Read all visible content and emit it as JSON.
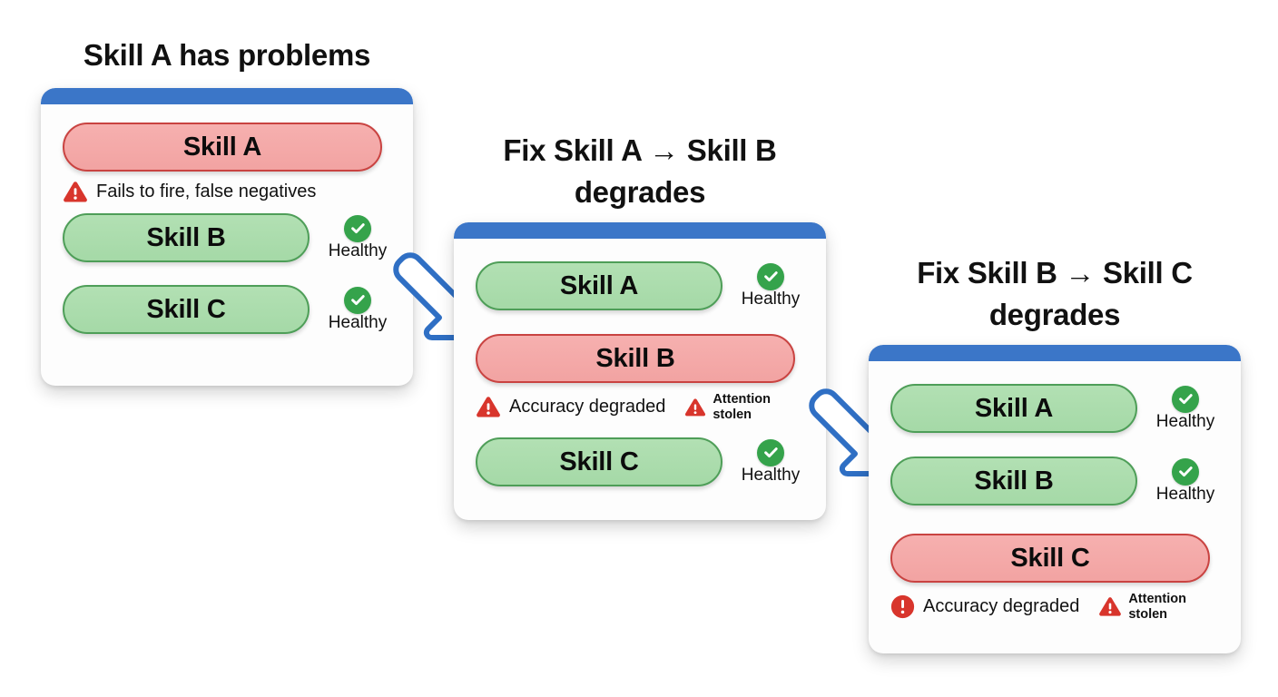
{
  "colors": {
    "card_header_blue": "#3b76c8",
    "pill_green_fill": "#a8dcaa",
    "pill_green_border": "#4e9e58",
    "pill_red_fill": "#f4a9a8",
    "pill_red_border": "#c94341",
    "healthy_green": "#35a34b",
    "warning_red": "#d8352c",
    "arrow_blue": "#2f6fc4",
    "background": "#ffffff",
    "text": "#111111"
  },
  "panels": [
    {
      "id": "panel-1",
      "title": "Skill A has problems",
      "rows": [
        {
          "label": "Skill A",
          "state": "red",
          "width": "wide",
          "badge": null,
          "warnings": [
            {
              "icon": "warning-triangle-icon",
              "text": "Fails to fire, false negatives",
              "style": "normal"
            }
          ]
        },
        {
          "label": "Skill B",
          "state": "green",
          "width": "narrow",
          "badge": {
            "icon": "check-circle-icon",
            "label": "Healthy"
          },
          "warnings": []
        },
        {
          "label": "Skill C",
          "state": "green",
          "width": "narrow",
          "badge": {
            "icon": "check-circle-icon",
            "label": "Healthy"
          },
          "warnings": []
        }
      ]
    },
    {
      "id": "panel-2",
      "title": "Fix Skill A → Skill B degrades",
      "rows": [
        {
          "label": "Skill A",
          "state": "green",
          "width": "narrow",
          "badge": {
            "icon": "check-circle-icon",
            "label": "Healthy"
          },
          "warnings": []
        },
        {
          "label": "Skill B",
          "state": "red",
          "width": "wide",
          "badge": null,
          "warnings": [
            {
              "icon": "warning-triangle-icon",
              "text": "Accuracy degraded",
              "style": "normal"
            },
            {
              "icon": "warning-triangle-icon",
              "text": "Attention stolen",
              "style": "small"
            }
          ]
        },
        {
          "label": "Skill C",
          "state": "green",
          "width": "narrow",
          "badge": {
            "icon": "check-circle-icon",
            "label": "Healthy"
          },
          "warnings": []
        }
      ]
    },
    {
      "id": "panel-3",
      "title": "Fix Skill B → Skill C degrades",
      "rows": [
        {
          "label": "Skill A",
          "state": "green",
          "width": "narrow",
          "badge": {
            "icon": "check-circle-icon",
            "label": "Healthy"
          },
          "warnings": []
        },
        {
          "label": "Skill B",
          "state": "green",
          "width": "narrow",
          "badge": {
            "icon": "check-circle-icon",
            "label": "Healthy"
          },
          "warnings": []
        },
        {
          "label": "Skill C",
          "state": "red",
          "width": "wide",
          "badge": null,
          "warnings": [
            {
              "icon": "exclamation-circle-icon",
              "text": "Accuracy degraded",
              "style": "normal"
            },
            {
              "icon": "warning-triangle-icon",
              "text": "Attention stolen",
              "style": "small"
            }
          ]
        }
      ]
    }
  ],
  "arrows": [
    {
      "id": "arrow-1",
      "from": "panel-1",
      "to": "panel-2",
      "direction": "down-right"
    },
    {
      "id": "arrow-2",
      "from": "panel-2",
      "to": "panel-3",
      "direction": "down-right"
    }
  ]
}
